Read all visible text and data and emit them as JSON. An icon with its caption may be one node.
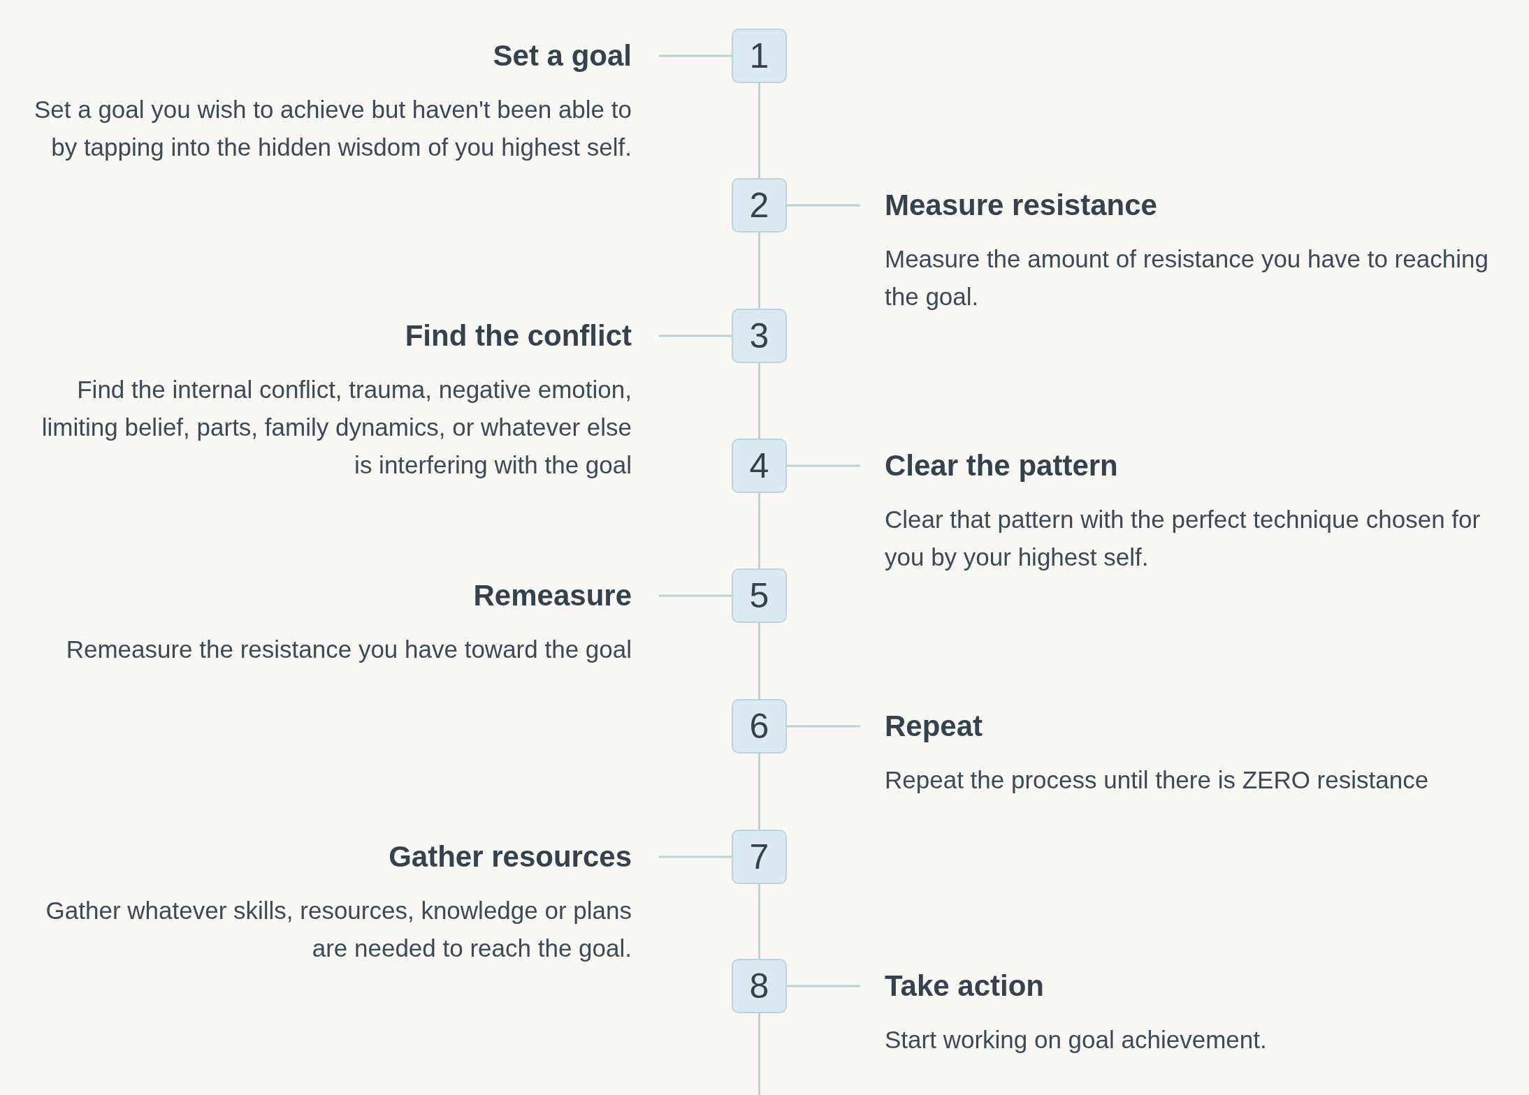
{
  "diagram": {
    "nodes": [
      {
        "text": [
          "Set a goal",
          "Set a goal you wish to achieve but haven't been able to by tapping into the hidden wisdom of you highest self."
        ]
      },
      {
        "text": [
          "1"
        ]
      },
      {
        "text": [
          "2"
        ]
      },
      {
        "text": [
          "Measure resistance",
          "Measure the amount of resistance you have to reaching the goal."
        ]
      },
      {
        "text": [
          "Find the conflict",
          "Find the internal conflict, trauma, negative emotion, limiting belief, parts, family dynamics, or whatever else is interfering with the goal"
        ]
      },
      {
        "text": [
          "3"
        ]
      },
      {
        "text": [
          "4"
        ]
      },
      {
        "text": [
          "Clear the pattern",
          "Clear that pattern with the perfect technique chosen for you by your highest self."
        ]
      },
      {
        "text": [
          "Remeasure",
          "Remeasure the resistance you have toward the goal"
        ]
      },
      {
        "text": [
          "5"
        ]
      },
      {
        "text": [
          "6"
        ]
      },
      {
        "text": [
          "Repeat",
          "Repeat the process until there is ZERO resistance"
        ]
      },
      {
        "text": [
          "Gather resources",
          "Gather whatever skills, resources, knowledge or plans are needed to reach the goal."
        ]
      },
      {
        "text": [
          "7"
        ]
      },
      {
        "text": [
          "8"
        ]
      },
      {
        "text": [
          "Take action",
          "Start working on goal achievement."
        ]
      }
    ],
    "edges": [
      {
        "from": 1,
        "to": 0,
        "arrow": "none"
      },
      {
        "from": 1,
        "to": 2,
        "arrow": "none"
      },
      {
        "from": 2,
        "to": 3,
        "arrow": "none"
      },
      {
        "from": 2,
        "to": 5,
        "arrow": "none"
      },
      {
        "from": 5,
        "to": 4,
        "arrow": "none"
      },
      {
        "from": 5,
        "to": 6,
        "arrow": "none"
      },
      {
        "from": 6,
        "to": 7,
        "arrow": "none"
      },
      {
        "from": 6,
        "to": 9,
        "arrow": "none"
      },
      {
        "from": 9,
        "to": 8,
        "arrow": "none"
      },
      {
        "from": 9,
        "to": 10,
        "arrow": "none"
      },
      {
        "from": 10,
        "to": 11,
        "arrow": "none"
      },
      {
        "from": 10,
        "to": 13,
        "arrow": "none"
      },
      {
        "from": 13,
        "to": 12,
        "arrow": "none"
      },
      {
        "from": 13,
        "to": 14,
        "arrow": "none"
      },
      {
        "from": 14,
        "to": 15,
        "arrow": "none"
      },
      {
        "from": 14,
        "to": null,
        "arrow": "none"
      }
    ]
  }
}
